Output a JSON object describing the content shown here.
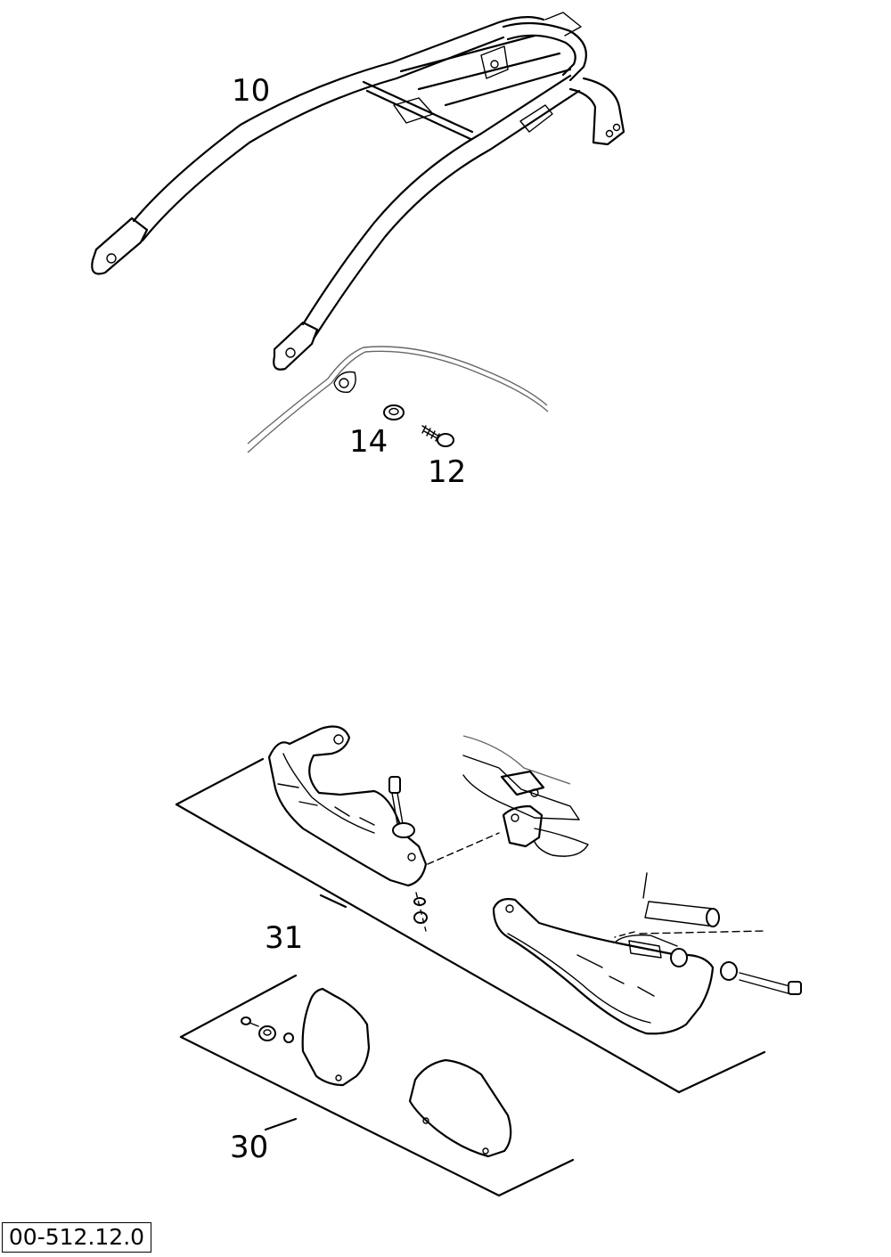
{
  "callouts": {
    "p10": "10",
    "p12": "12",
    "p14": "14",
    "p30": "30",
    "p31": "31"
  },
  "reference": "00-512.12.0"
}
